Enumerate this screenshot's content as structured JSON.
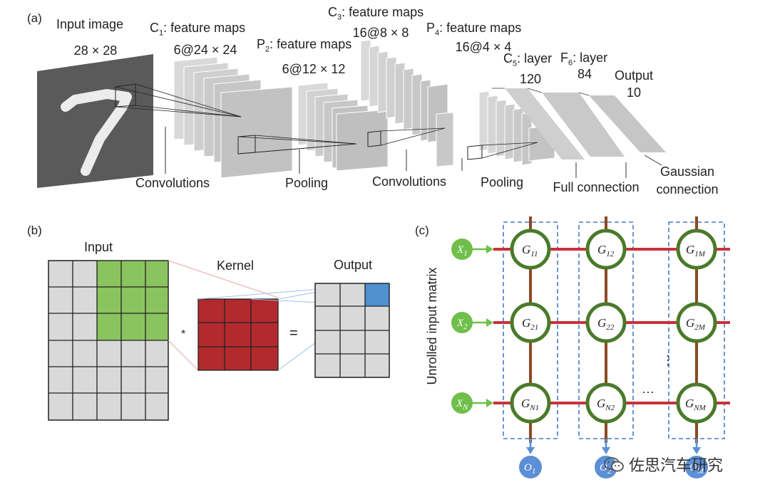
{
  "panel_a": {
    "tag": "(a)",
    "input_image": {
      "title": "Input image",
      "size": "28 × 28"
    },
    "c1": {
      "name": "C",
      "sub": "1",
      "suffix": ":  feature maps",
      "size": "6@24 × 24"
    },
    "p2": {
      "name": "P",
      "sub": "2",
      "suffix": ":  feature maps",
      "size": "6@12 × 12"
    },
    "c3": {
      "name": "C",
      "sub": "3",
      "suffix": ":  feature maps",
      "size": "16@8 × 8"
    },
    "p4": {
      "name": "P",
      "sub": "4",
      "suffix": ":  feature maps",
      "size": "16@4 × 4"
    },
    "c5": {
      "name": "C",
      "sub": "5",
      "suffix": ":  layer",
      "size": "120"
    },
    "f6": {
      "name": "F",
      "sub": "6",
      "suffix": ":  layer",
      "size": "84"
    },
    "output": {
      "title": "Output",
      "size": "10"
    },
    "ops": [
      "Convolutions",
      "Pooling",
      "Convolutions",
      "Pooling",
      "Full connection",
      "Gaussian",
      "connection"
    ]
  },
  "panel_b": {
    "tag": "(b)",
    "input_label": "Input",
    "kernel_label": "Kernel",
    "output_label": "Output",
    "multiply_symbol": "*",
    "equals_symbol": "="
  },
  "panel_c": {
    "tag": "(c)",
    "axis_label": "Unrolled input matrix",
    "inputs": [
      {
        "n": "X",
        "s": "1"
      },
      {
        "n": "X",
        "s": "2"
      },
      {
        "n": "X",
        "s": "N"
      }
    ],
    "row1": [
      {
        "n": "G",
        "s": "11"
      },
      {
        "n": "G",
        "s": "12"
      },
      {
        "n": "G",
        "s": "1M"
      }
    ],
    "row2": [
      {
        "n": "G",
        "s": "21"
      },
      {
        "n": "G",
        "s": "22"
      },
      {
        "n": "G",
        "s": "2M"
      }
    ],
    "row3": [
      {
        "n": "G",
        "s": "N1"
      },
      {
        "n": "G",
        "s": "N2"
      },
      {
        "n": "G",
        "s": "NM"
      }
    ],
    "outputs": [
      {
        "n": "O",
        "s": "1"
      },
      {
        "n": "O",
        "s": "2"
      },
      {
        "n": "O",
        "s": "M"
      }
    ],
    "vdots": "⋮",
    "hdots": "…",
    "colors": {
      "green": "#6fbf4a",
      "node_ring": "#4a7a2a",
      "red_line": "#c8323a",
      "brown_line": "#8a4a22",
      "blue": "#5b8fd6",
      "dash": "#4a78c8"
    }
  },
  "watermark": "佐思汽车研究"
}
